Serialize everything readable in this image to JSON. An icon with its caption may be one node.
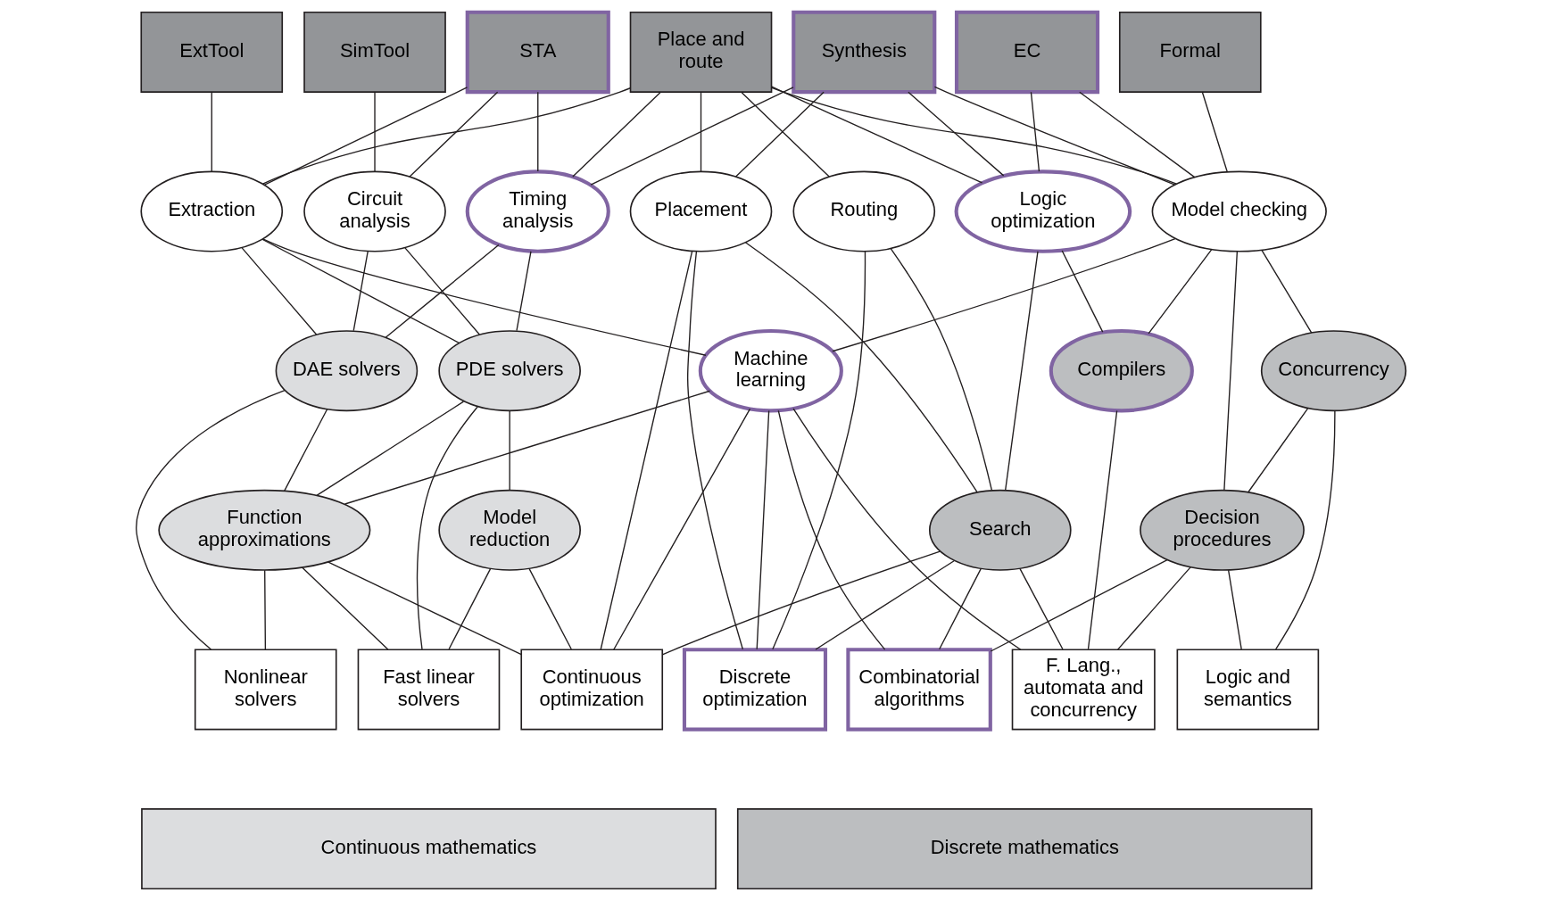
{
  "diagram": {
    "nodes": [
      {
        "text": [
          "ExtTool"
        ]
      },
      {
        "text": [
          "SimTool"
        ]
      },
      {
        "text": [
          "STA"
        ]
      },
      {
        "text": [
          "Place and route"
        ]
      },
      {
        "text": [
          "Synthesis"
        ]
      },
      {
        "text": [
          "EC"
        ]
      },
      {
        "text": [
          "Formal"
        ]
      },
      {
        "text": [
          "Extraction"
        ]
      },
      {
        "text": [
          "Circuit analysis"
        ]
      },
      {
        "text": [
          "Timing analysis"
        ]
      },
      {
        "text": [
          "Placement"
        ]
      },
      {
        "text": [
          "Routing"
        ]
      },
      {
        "text": [
          "Logic optimization"
        ]
      },
      {
        "text": [
          "Model checking"
        ]
      },
      {
        "text": [
          "DAE solvers"
        ]
      },
      {
        "text": [
          "PDE solvers"
        ]
      },
      {
        "text": [
          "Machine learning"
        ]
      },
      {
        "text": [
          "Compilers"
        ]
      },
      {
        "text": [
          "Concurrency"
        ]
      },
      {
        "text": [
          "Function approximations"
        ]
      },
      {
        "text": [
          "Model reduction"
        ]
      },
      {
        "text": [
          "Search"
        ]
      },
      {
        "text": [
          "Decision procedures"
        ]
      },
      {
        "text": [
          "Nonlinear solvers"
        ]
      },
      {
        "text": [
          "Fast linear solvers"
        ]
      },
      {
        "text": [
          "Continuous optimization"
        ]
      },
      {
        "text": [
          "Discrete optimization"
        ]
      },
      {
        "text": [
          "Combinatorial algorithms"
        ]
      },
      {
        "text": [
          "F. Lang., automata and concurrency"
        ]
      },
      {
        "text": [
          "Logic and semantics"
        ]
      },
      {
        "text": [
          "Continuous mathematics"
        ]
      },
      {
        "text": [
          "Discrete mathematics"
        ]
      }
    ],
    "edges": [
      {
        "from": 0,
        "to": 7,
        "arrow": "none"
      },
      {
        "from": 1,
        "to": 8,
        "arrow": "none"
      },
      {
        "from": 2,
        "to": 7,
        "arrow": "none"
      },
      {
        "from": 2,
        "to": 8,
        "arrow": "none"
      },
      {
        "from": 2,
        "to": 9,
        "arrow": "none"
      },
      {
        "from": 3,
        "to": 7,
        "arrow": "none"
      },
      {
        "from": 3,
        "to": 9,
        "arrow": "none"
      },
      {
        "from": 3,
        "to": 10,
        "arrow": "none"
      },
      {
        "from": 3,
        "to": 11,
        "arrow": "none"
      },
      {
        "from": 3,
        "to": 12,
        "arrow": "none"
      },
      {
        "from": 3,
        "to": 13,
        "arrow": "none"
      },
      {
        "from": 4,
        "to": 9,
        "arrow": "none"
      },
      {
        "from": 4,
        "to": 10,
        "arrow": "none"
      },
      {
        "from": 4,
        "to": 12,
        "arrow": "none"
      },
      {
        "from": 4,
        "to": 13,
        "arrow": "none"
      },
      {
        "from": 5,
        "to": 12,
        "arrow": "none"
      },
      {
        "from": 5,
        "to": 13,
        "arrow": "none"
      },
      {
        "from": 6,
        "to": 13,
        "arrow": "none"
      },
      {
        "from": 7,
        "to": 14,
        "arrow": "none"
      },
      {
        "from": 7,
        "to": 15,
        "arrow": "none"
      },
      {
        "from": 7,
        "to": 16,
        "arrow": "none"
      },
      {
        "from": 8,
        "to": 14,
        "arrow": "none"
      },
      {
        "from": 8,
        "to": 15,
        "arrow": "none"
      },
      {
        "from": 9,
        "to": 14,
        "arrow": "none"
      },
      {
        "from": 9,
        "to": 15,
        "arrow": "none"
      },
      {
        "from": 10,
        "to": 25,
        "arrow": "none"
      },
      {
        "from": 10,
        "to": 26,
        "arrow": "none"
      },
      {
        "from": 10,
        "to": 21,
        "arrow": "none"
      },
      {
        "from": 11,
        "to": 21,
        "arrow": "none"
      },
      {
        "from": 11,
        "to": 26,
        "arrow": "none"
      },
      {
        "from": 12,
        "to": 21,
        "arrow": "none"
      },
      {
        "from": 12,
        "to": 17,
        "arrow": "none"
      },
      {
        "from": 13,
        "to": 16,
        "arrow": "none"
      },
      {
        "from": 13,
        "to": 17,
        "arrow": "none"
      },
      {
        "from": 13,
        "to": 18,
        "arrow": "none"
      },
      {
        "from": 13,
        "to": 22,
        "arrow": "none"
      },
      {
        "from": 14,
        "to": 19,
        "arrow": "none"
      },
      {
        "from": 14,
        "to": 23,
        "arrow": "none"
      },
      {
        "from": 15,
        "to": 19,
        "arrow": "none"
      },
      {
        "from": 15,
        "to": 20,
        "arrow": "none"
      },
      {
        "from": 15,
        "to": 24,
        "arrow": "none"
      },
      {
        "from": 16,
        "to": 19,
        "arrow": "none"
      },
      {
        "from": 16,
        "to": 25,
        "arrow": "none"
      },
      {
        "from": 16,
        "to": 26,
        "arrow": "none"
      },
      {
        "from": 16,
        "to": 27,
        "arrow": "none"
      },
      {
        "from": 16,
        "to": 28,
        "arrow": "none"
      },
      {
        "from": 17,
        "to": 28,
        "arrow": "none"
      },
      {
        "from": 18,
        "to": 22,
        "arrow": "none"
      },
      {
        "from": 18,
        "to": 29,
        "arrow": "none"
      },
      {
        "from": 19,
        "to": 23,
        "arrow": "none"
      },
      {
        "from": 19,
        "to": 24,
        "arrow": "none"
      },
      {
        "from": 19,
        "to": 25,
        "arrow": "none"
      },
      {
        "from": 20,
        "to": 24,
        "arrow": "none"
      },
      {
        "from": 20,
        "to": 25,
        "arrow": "none"
      },
      {
        "from": 21,
        "to": 25,
        "arrow": "none"
      },
      {
        "from": 21,
        "to": 26,
        "arrow": "none"
      },
      {
        "from": 21,
        "to": 27,
        "arrow": "none"
      },
      {
        "from": 21,
        "to": 28,
        "arrow": "none"
      },
      {
        "from": 22,
        "to": 27,
        "arrow": "none"
      },
      {
        "from": 22,
        "to": 28,
        "arrow": "none"
      },
      {
        "from": 22,
        "to": 29,
        "arrow": "none"
      }
    ]
  }
}
